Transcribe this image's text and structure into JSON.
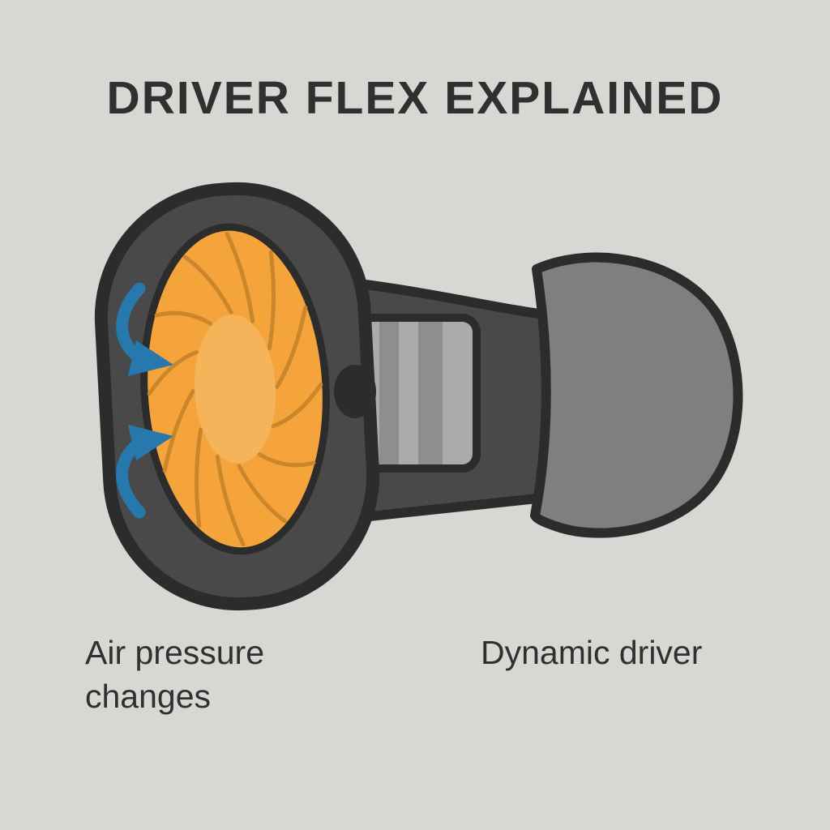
{
  "title": "DRIVER FLEX EXPLAINED",
  "labels": {
    "left": "Air pressure changes",
    "right": "Dynamic driver"
  },
  "illustration": {
    "subject": "earbud dynamic driver cross-section with ear tip",
    "arrow_meaning": "air pressure pushing on the diaphragm"
  },
  "colors": {
    "background": "#d8d7d4",
    "outline": "#2c2c2c",
    "housing_gray": "#494949",
    "barrel_gray": "#ababab",
    "barrel_band_gray": "#8e8e8e",
    "ear_tip_gray": "#7f7f7f",
    "diaphragm_orange": "#f4a43a",
    "diaphragm_center_orange": "#f6b45a",
    "diaphragm_line_orange": "#c9862b",
    "arrow_blue": "#2778ad",
    "text_dark": "#303030"
  }
}
